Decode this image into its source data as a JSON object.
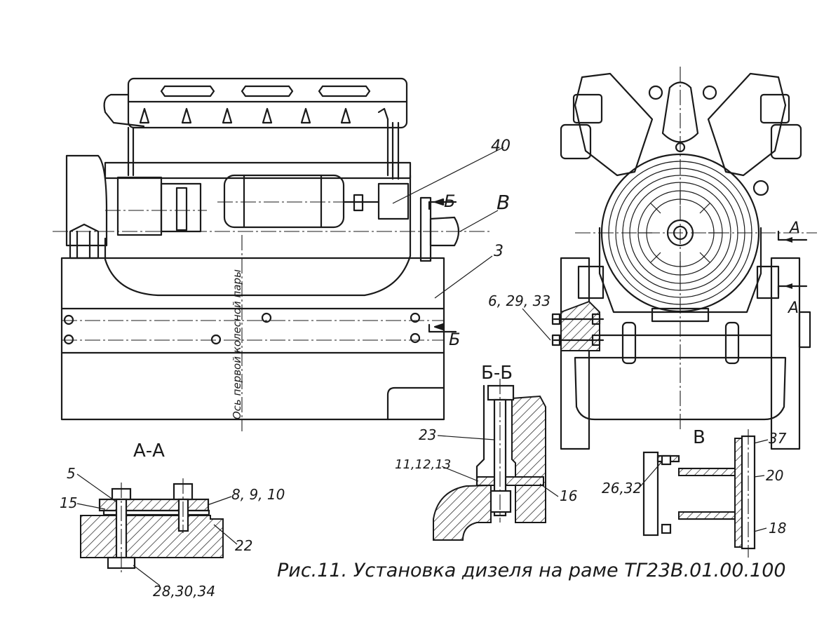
{
  "labels": {
    "side_axis": "Ось первой колесной пары",
    "view_b": "В",
    "section_b_arrow_top": "Б",
    "section_b_arrow_bottom": "Б",
    "callout_40": "40",
    "callout_3": "3",
    "section_a_arrow_top": "А",
    "section_a_arrow_bottom": "А",
    "callout_6_29_33": "6, 29, 33",
    "section_aa_title": "А-А",
    "section_bb_title": "Б-Б",
    "view_b_title": "В",
    "aa_callout_5": "5",
    "aa_callout_15": "15",
    "aa_callout_8_9_10": "8, 9, 10",
    "aa_callout_22": "22",
    "aa_callout_28_30_34": "28,30,34",
    "bb_callout_23": "23",
    "bb_callout_11_12_13": "11,12,13",
    "bb_callout_16": "16",
    "v_callout_37": "37",
    "v_callout_20": "20",
    "v_callout_26_32": "26,32",
    "v_callout_18": "18"
  },
  "caption": "Рис.11. Установка дизеля на раме  ТГ23В.01.00.100"
}
